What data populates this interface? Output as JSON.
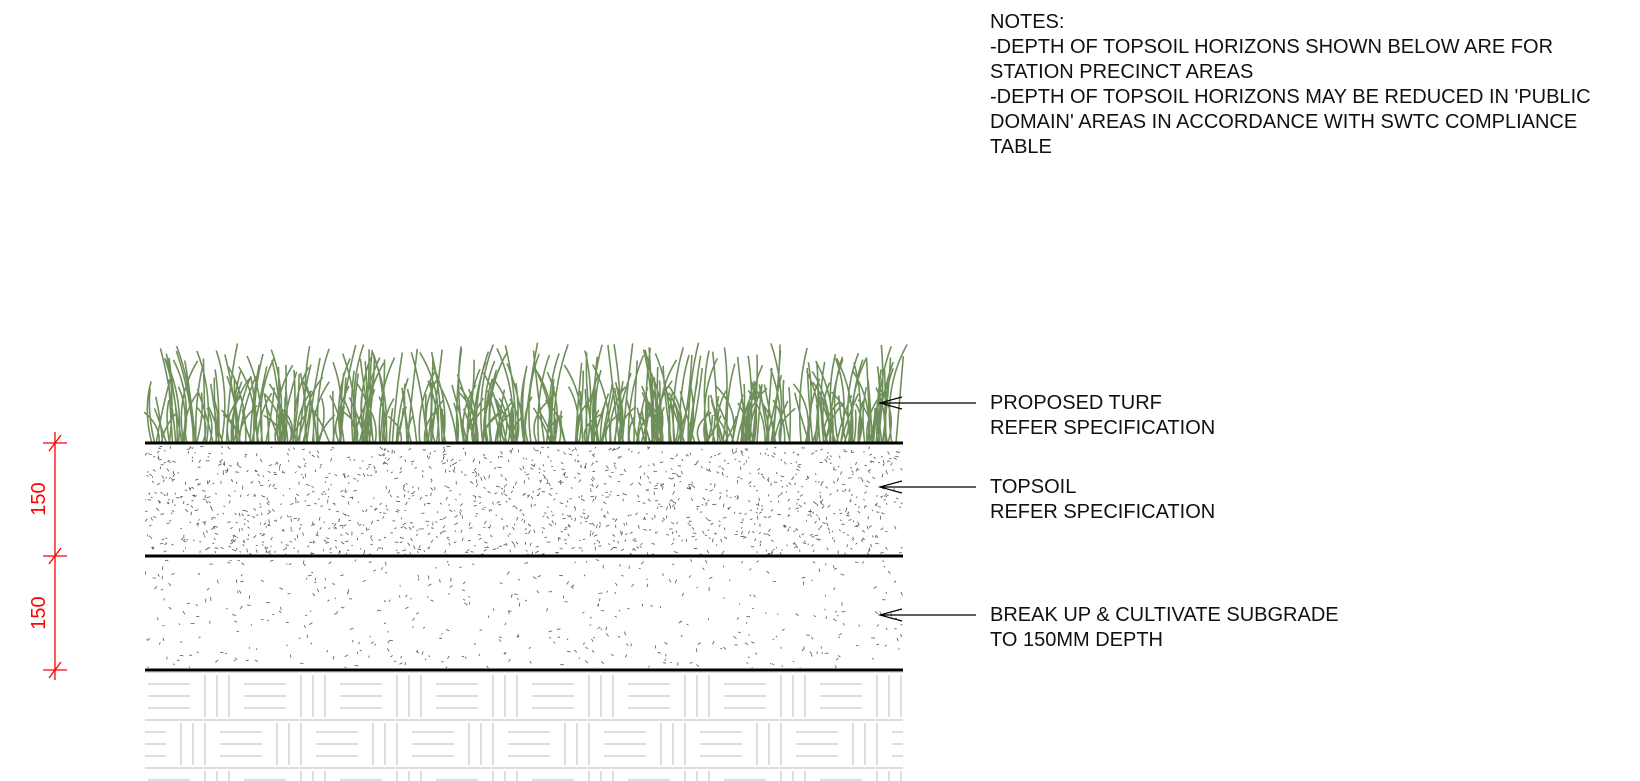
{
  "notes": {
    "heading": "NOTES:",
    "lines": [
      "-DEPTH OF TOPSOIL HORIZONS SHOWN BELOW ARE FOR",
      "STATION PRECINCT AREAS",
      "-DEPTH OF TOPSOIL HORIZONS MAY BE REDUCED IN 'PUBLIC",
      "DOMAIN' AREAS IN ACCORDANCE WITH SWTC COMPLIANCE",
      "TABLE"
    ]
  },
  "layers": [
    {
      "id": "turf",
      "label_1": "PROPOSED TURF",
      "label_2": "REFER SPECIFICATION"
    },
    {
      "id": "topsoil",
      "label_1": "TOPSOIL",
      "label_2": "REFER SPECIFICATION"
    },
    {
      "id": "subgrade",
      "label_1": "BREAK UP & CULTIVATE SUBGRADE",
      "label_2": "TO 150MM DEPTH"
    }
  ],
  "dimensions": [
    {
      "value": "150"
    },
    {
      "value": "150"
    }
  ],
  "colors": {
    "grass": "#6f8f5a",
    "dimension": "#ff0000",
    "line": "#000000",
    "hatch": "#bdbdbd"
  }
}
